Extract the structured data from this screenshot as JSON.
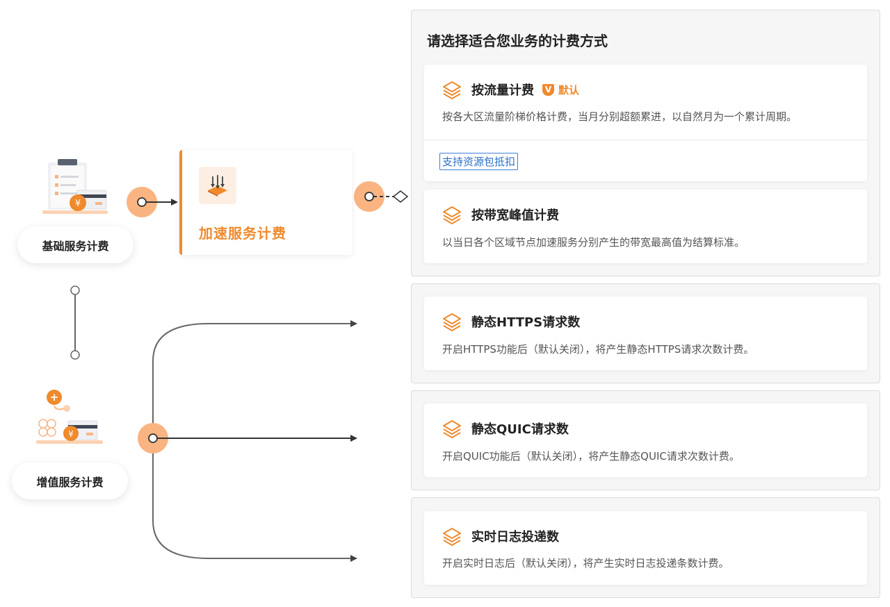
{
  "left": {
    "basic_label": "基础服务计费",
    "value_added_label": "增值服务计费",
    "yen_symbol": "¥",
    "plus_symbol": "+"
  },
  "accelerate": {
    "title": "加速服务计费"
  },
  "billing_panel": {
    "title": "请选择适合您业务的计费方式",
    "traffic": {
      "title": "按流量计费",
      "badge_icon": "V",
      "badge": "默认",
      "desc": "按各大区流量阶梯价格计费，当月分别超额累进，以自然月为一个累计周期。",
      "tag": "支持资源包抵扣"
    },
    "bandwidth": {
      "title": "按带宽峰值计费",
      "desc": "以当日各个区域节点加速服务分别产生的带宽最高值为结算标准。"
    }
  },
  "value_added_items": [
    {
      "title": "静态HTTPS请求数",
      "desc": "开启HTTPS功能后（默认关闭），将产生静态HTTPS请求次数计费。"
    },
    {
      "title": "静态QUIC请求数",
      "desc": "开启QUIC功能后（默认关闭），将产生静态QUIC请求次数计费。"
    },
    {
      "title": "实时日志投递数",
      "desc": "开启实时日志后（默认关闭），将产生实时日志投递条数计费。"
    }
  ],
  "colors": {
    "accent": "#f08a2c",
    "accent_light": "#f9b482",
    "link_blue": "#2a6fc9",
    "connector": "#666666"
  },
  "icons": [
    "layers-icon",
    "accelerate-icon",
    "clipboard-bill-icon",
    "plus-bill-icon",
    "default-badge-icon"
  ]
}
